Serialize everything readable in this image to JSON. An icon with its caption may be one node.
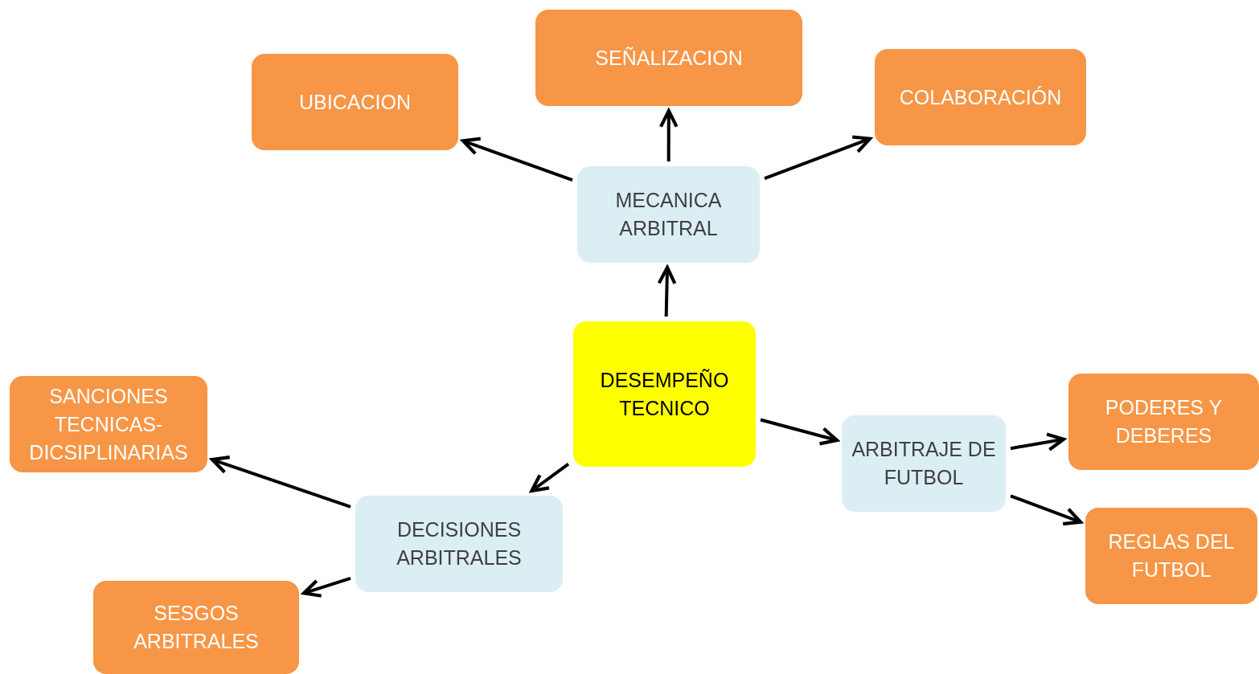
{
  "diagram": {
    "nodes": [
      {
        "text": [
          "DESEMPEÑO TECNICO"
        ]
      },
      {
        "text": [
          "MECANICA ARBITRAL"
        ]
      },
      {
        "text": [
          "UBICACION"
        ]
      },
      {
        "text": [
          "SEÑALIZACION"
        ]
      },
      {
        "text": [
          "COLABORACIÓN"
        ]
      },
      {
        "text": [
          "DECISIONES ARBITRALES"
        ]
      },
      {
        "text": [
          "SANCIONES TECNICAS- DICSIPLINARIAS"
        ]
      },
      {
        "text": [
          "SESGOS ARBITRALES"
        ]
      },
      {
        "text": [
          "ARBITRAJE DE FUTBOL"
        ]
      },
      {
        "text": [
          "PODERES Y DEBERES"
        ]
      },
      {
        "text": [
          "REGLAS DEL FUTBOL"
        ]
      }
    ],
    "edges": [
      {
        "from": 0,
        "to": 1,
        "arrow": "to"
      },
      {
        "from": 1,
        "to": 2,
        "arrow": "to"
      },
      {
        "from": 1,
        "to": 3,
        "arrow": "to"
      },
      {
        "from": 1,
        "to": 4,
        "arrow": "to"
      },
      {
        "from": 0,
        "to": 5,
        "arrow": "to"
      },
      {
        "from": 5,
        "to": 6,
        "arrow": "to"
      },
      {
        "from": 5,
        "to": 7,
        "arrow": "to"
      },
      {
        "from": 0,
        "to": 8,
        "arrow": "to"
      },
      {
        "from": 8,
        "to": 9,
        "arrow": "to"
      },
      {
        "from": 8,
        "to": 10,
        "arrow": "to"
      }
    ]
  }
}
